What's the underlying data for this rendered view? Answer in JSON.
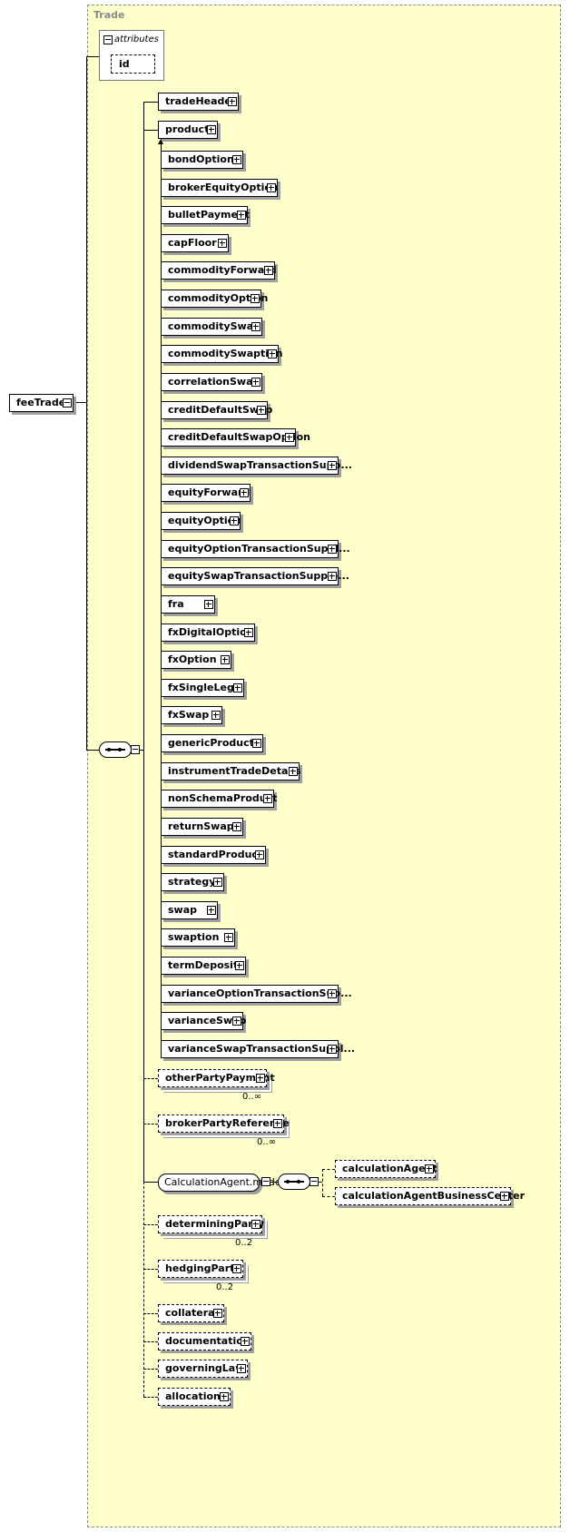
{
  "region": {
    "title": "Trade"
  },
  "root": {
    "name": "feeTrade"
  },
  "attributes": {
    "label": "attributes",
    "items": [
      "id"
    ]
  },
  "choice_elements": [
    "bondOption",
    "brokerEquityOption",
    "bulletPayment",
    "capFloor",
    "commodityForward",
    "commodityOption",
    "commoditySwap",
    "commoditySwaption",
    "correlationSwap",
    "creditDefaultSwap",
    "creditDefaultSwapOption",
    "dividendSwapTransactionSupp...",
    "equityForward",
    "equityOption",
    "equityOptionTransactionSuppl...",
    "equitySwapTransactionSupple...",
    "fra",
    "fxDigitalOption",
    "fxOption",
    "fxSingleLeg",
    "fxSwap",
    "genericProduct",
    "instrumentTradeDetails",
    "nonSchemaProduct",
    "returnSwap",
    "standardProduct",
    "strategy",
    "swap",
    "swaption",
    "termDeposit",
    "varianceOptionTransactionSup...",
    "varianceSwap",
    "varianceSwapTransactionSuppl..."
  ],
  "top_elements": {
    "tradeHeader": "tradeHeader",
    "product": "product"
  },
  "other": {
    "otherPartyPayment": "otherPartyPayment",
    "otherPartyPayment_card": "0..∞",
    "brokerPartyReference": "brokerPartyReference",
    "brokerPartyReference_card": "0..∞",
    "calcModel": "CalculationAgent.model",
    "calculationAgent": "calculationAgent",
    "calculationAgentBusinessCenter": "calculationAgentBusinessCenter",
    "determiningParty": "determiningParty",
    "determiningParty_card": "0..2",
    "hedgingParty": "hedgingParty",
    "hedgingParty_card": "0..2",
    "collateral": "collateral",
    "documentation": "documentation",
    "governingLaw": "governingLaw",
    "allocations": "allocations"
  }
}
